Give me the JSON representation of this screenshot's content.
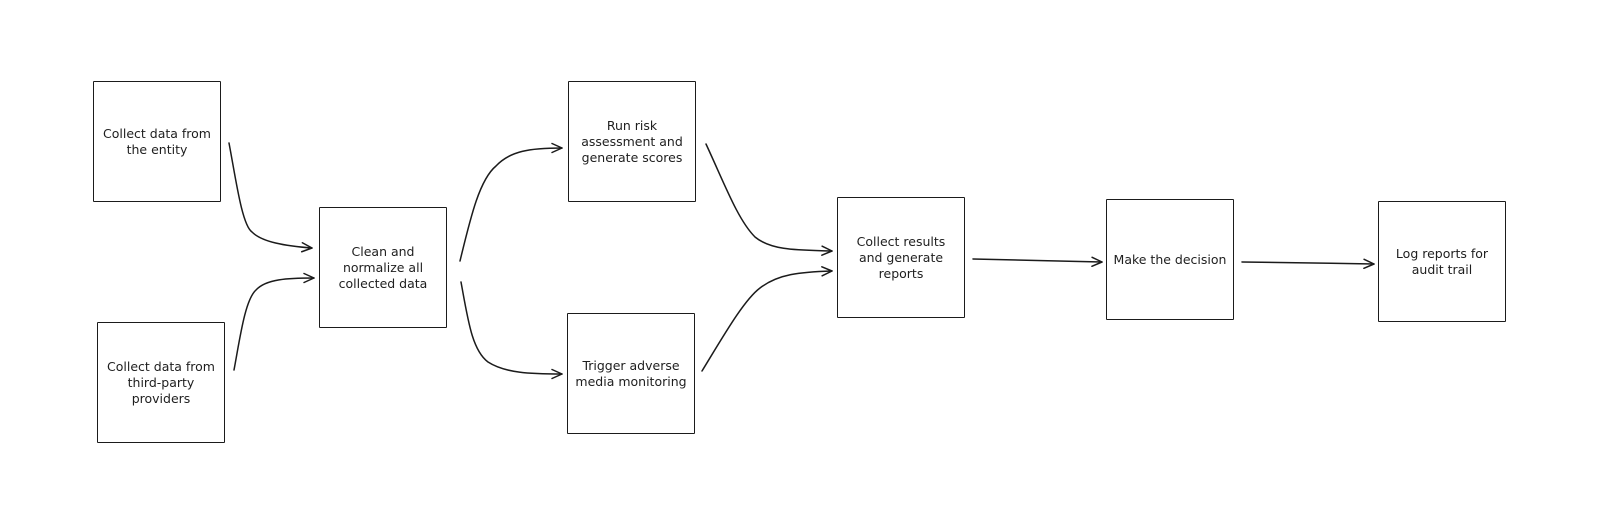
{
  "diagram": {
    "type": "flowchart",
    "colors": {
      "stroke": "#1b1b1b",
      "text": "#1e1e1e",
      "background": "#ffffff"
    },
    "nodes": {
      "collect_entity": {
        "label": "Collect data from the entity"
      },
      "collect_third_party": {
        "label": "Collect data from third-party providers"
      },
      "clean_normalize": {
        "label": "Clean and normalize all collected data"
      },
      "risk_assessment": {
        "label": "Run risk assessment and generate scores"
      },
      "adverse_media": {
        "label": "Trigger adverse media monitoring"
      },
      "collect_results": {
        "label": "Collect results and generate reports"
      },
      "make_decision": {
        "label": "Make the decision"
      },
      "log_reports": {
        "label": "Log reports for audit trail"
      }
    },
    "edges": [
      {
        "from": "collect_entity",
        "to": "clean_normalize"
      },
      {
        "from": "collect_third_party",
        "to": "clean_normalize"
      },
      {
        "from": "clean_normalize",
        "to": "risk_assessment"
      },
      {
        "from": "clean_normalize",
        "to": "adverse_media"
      },
      {
        "from": "risk_assessment",
        "to": "collect_results"
      },
      {
        "from": "adverse_media",
        "to": "collect_results"
      },
      {
        "from": "collect_results",
        "to": "make_decision"
      },
      {
        "from": "make_decision",
        "to": "log_reports"
      }
    ]
  }
}
